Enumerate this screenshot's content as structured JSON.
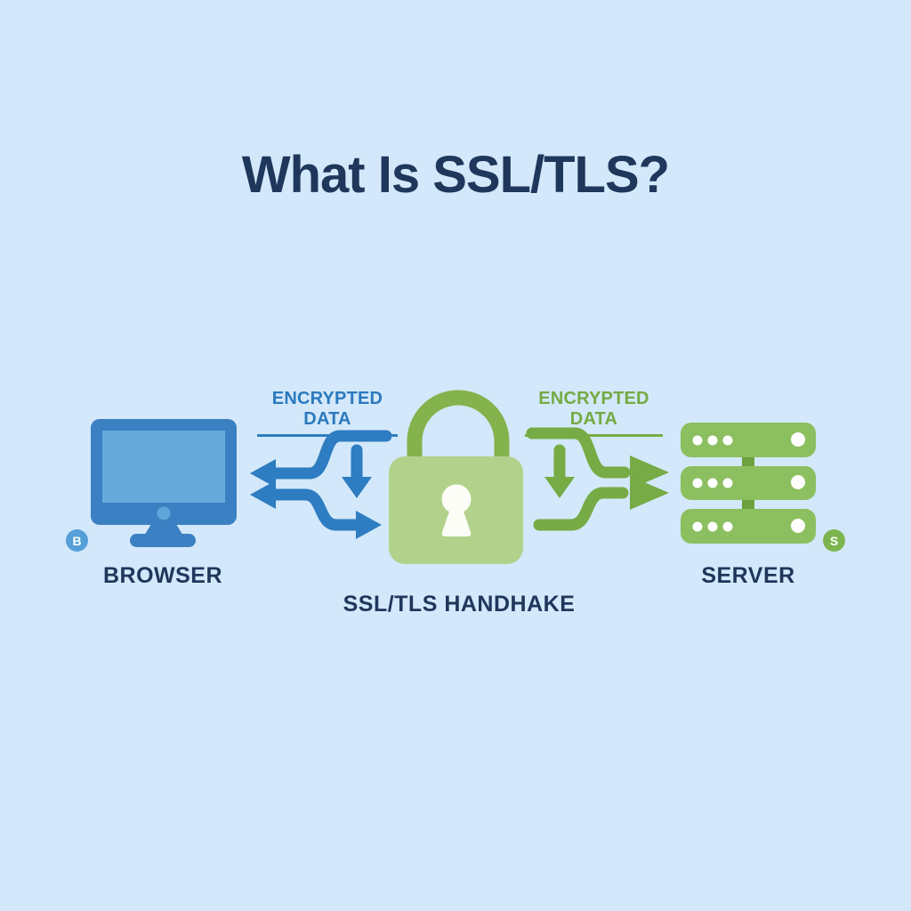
{
  "title": "What Is SSL/TLS?",
  "flows": {
    "left": {
      "label": "ENCRYPTED DATA",
      "color": "#2d7cc0",
      "direction": "bidirectional-browser-lock"
    },
    "right": {
      "label": "ENCRYPTED DATA",
      "color": "#77ac46",
      "direction": "toward-server"
    }
  },
  "nodes": {
    "browser": {
      "label": "BROWSER",
      "badge": "B",
      "icon": "monitor-icon"
    },
    "handshake": {
      "label": "SSL/TLS HANDHAKE",
      "icon": "padlock-icon"
    },
    "server": {
      "label": "SERVER",
      "badge": "S",
      "icon": "server-rack-icon"
    }
  },
  "colors": {
    "background": "#d3e8fa",
    "heading_text": "#20375c",
    "blue_arrow": "#2e7cc1",
    "green_arrow": "#76ab45",
    "monitor_frame": "#3b80c2",
    "monitor_screen": "#66aadc",
    "lock_body": "#b2d28b",
    "lock_shackle": "#84b24c",
    "server_rack": "#8cbf5f",
    "server_connector": "#6ba23d",
    "badge_browser": "#55a0d8",
    "badge_server": "#7cb44e",
    "keyhole": "#fcfdf7"
  }
}
